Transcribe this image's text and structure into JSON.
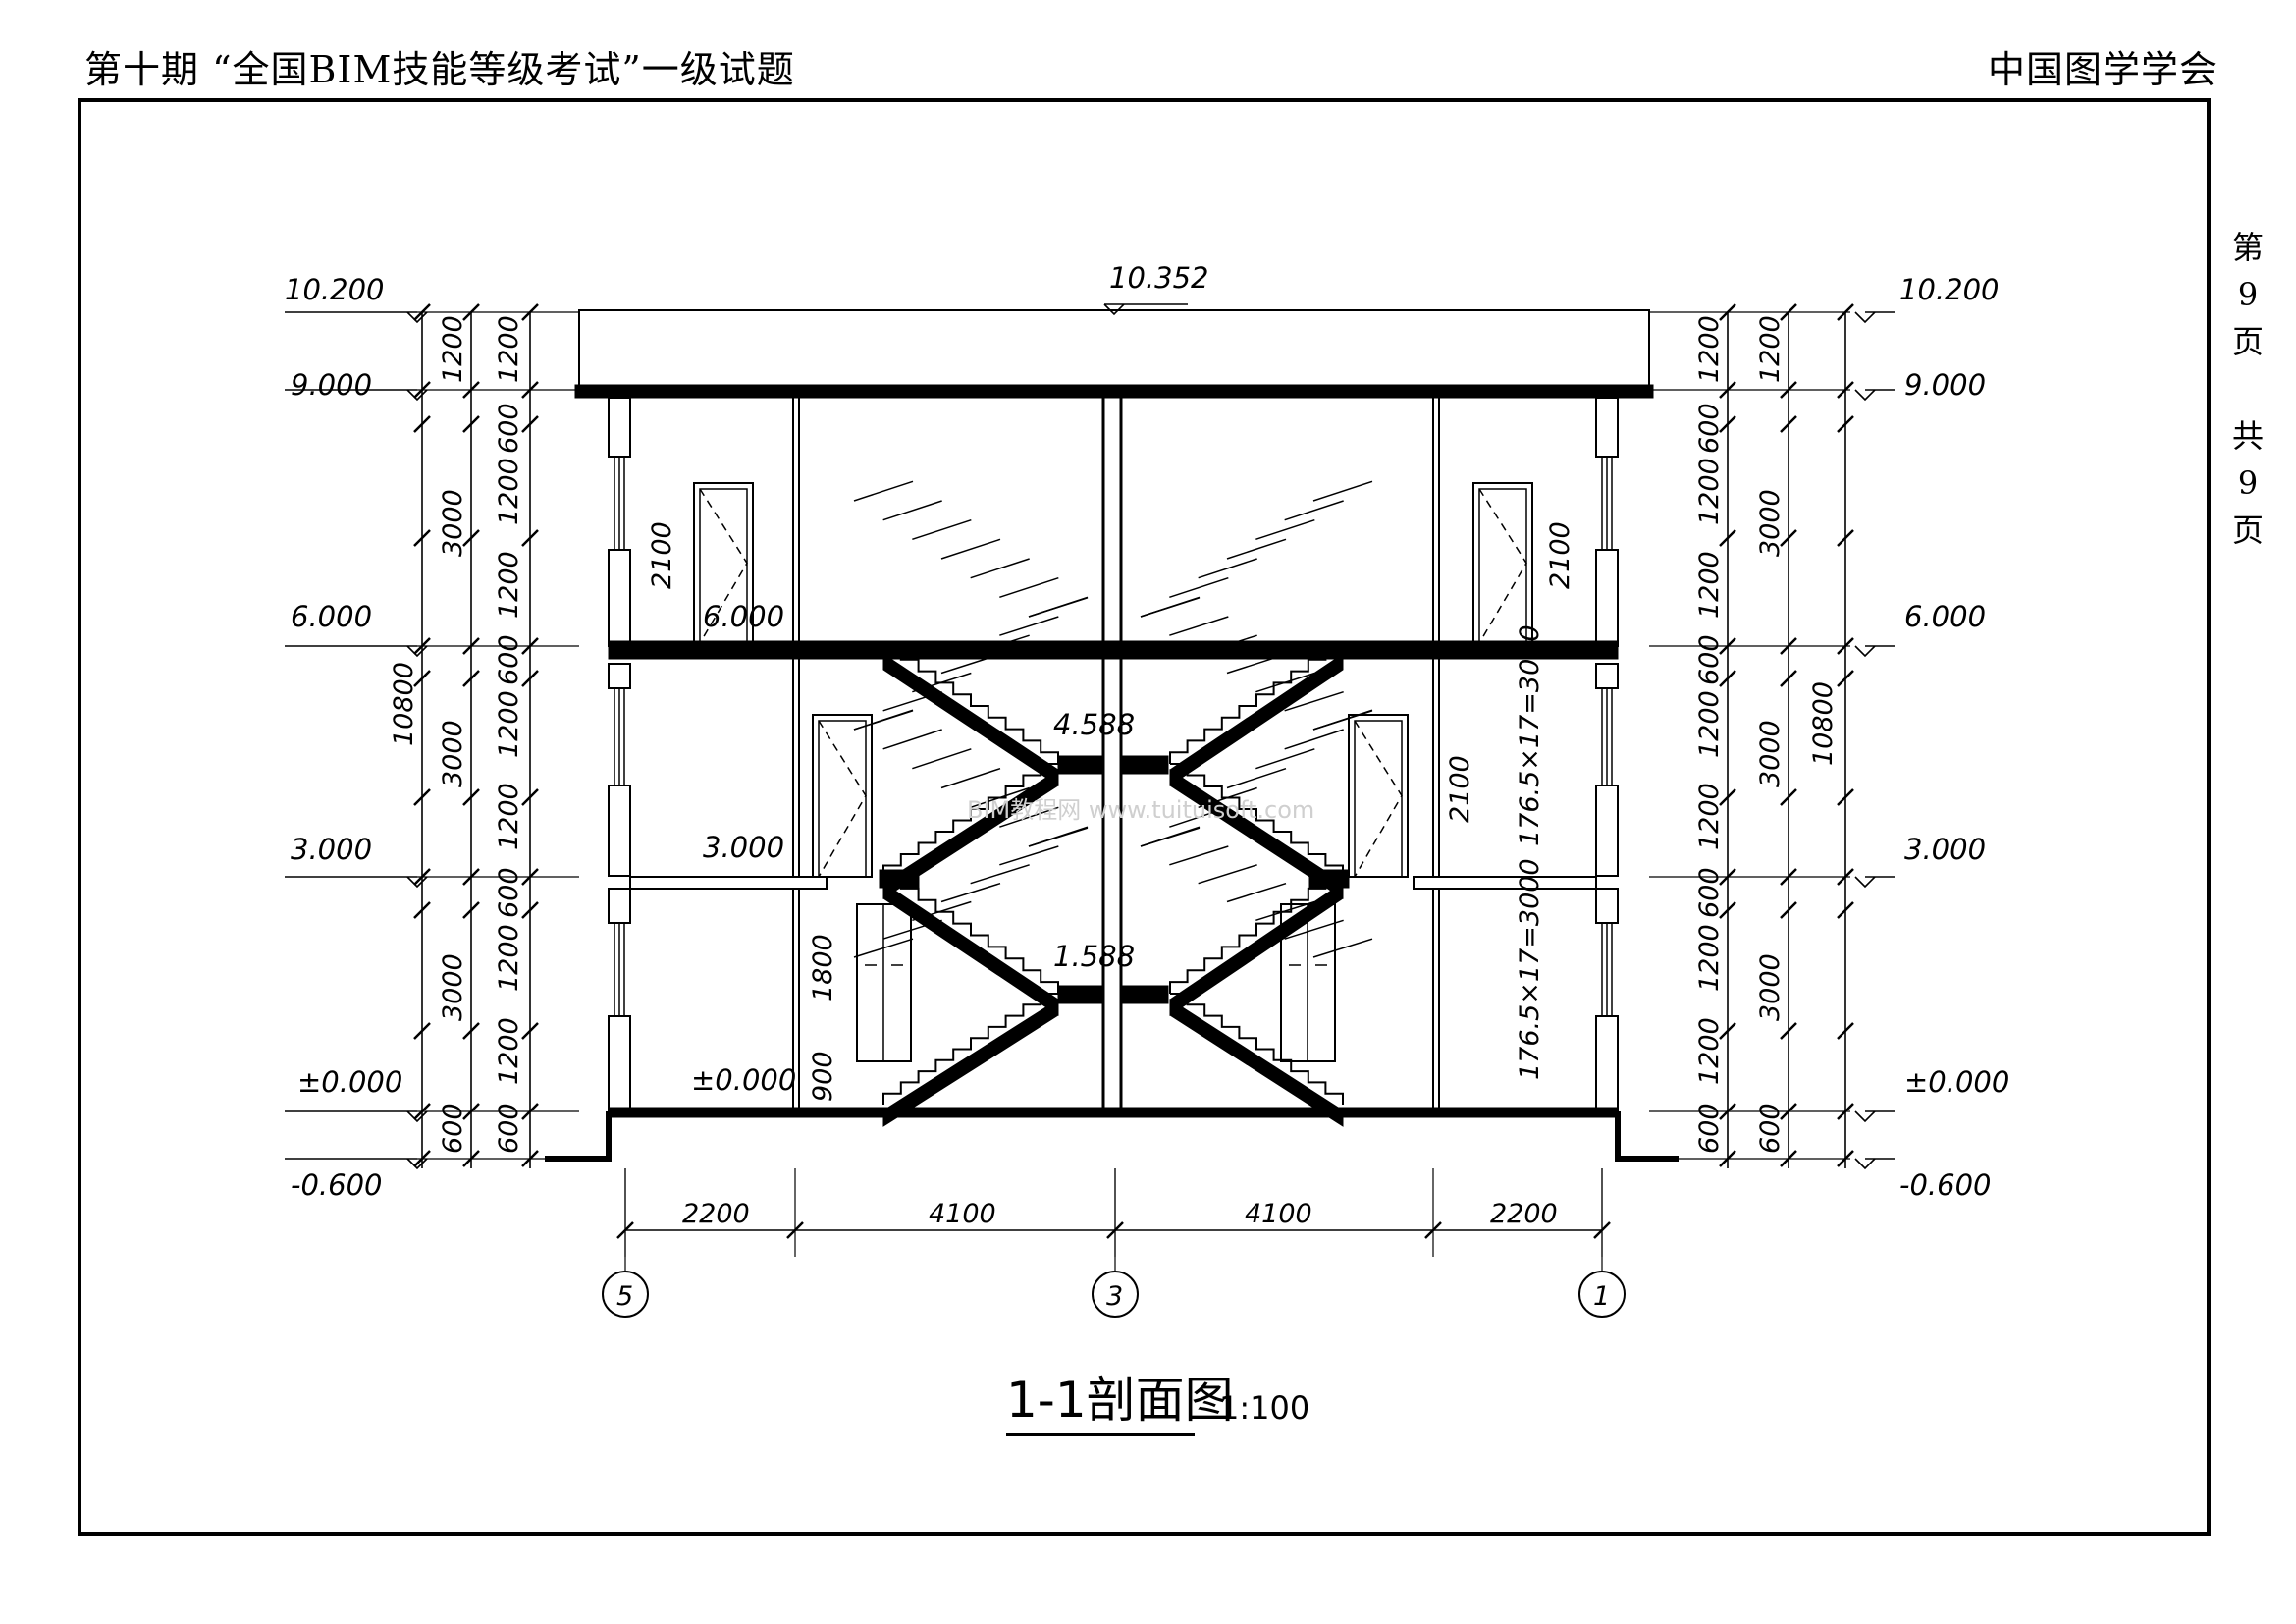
{
  "header": {
    "left": "第十期 “全国BIM技能等级考试”一级试题",
    "right": "中国图学学会"
  },
  "page_indicator": [
    "第",
    "9",
    "页",
    "共",
    "9",
    "页"
  ],
  "drawing": {
    "title": "1-1剖面图",
    "scale": "1:100",
    "watermark": "BIM教程网 www.tuituisoft.com",
    "roof_level": "10.352",
    "levels_left": [
      "10.200",
      "9.000",
      "6.000",
      "3.000",
      "±0.000",
      "-0.600"
    ],
    "levels_right": [
      "10.200",
      "9.000",
      "6.000",
      "3.000",
      "±0.000",
      "-0.600"
    ],
    "interior_levels": [
      "6.000",
      "3.000",
      "±0.000"
    ],
    "landing_levels": [
      "4.588",
      "1.588"
    ],
    "dims_outer_total": "10800",
    "dims_floor": [
      "1200",
      "3000",
      "3000",
      "3000",
      "600"
    ],
    "dims_detail": [
      "1200",
      "600",
      "1200",
      "1200",
      "600",
      "1200",
      "1200",
      "600",
      "1200",
      "1200",
      "600"
    ],
    "dims_door": "2100",
    "dims_window_left": [
      "1800",
      "900"
    ],
    "dims_stair": [
      "176.5×17=3000",
      "176.5×17=3000"
    ],
    "dims_horizontal": [
      "2200",
      "4100",
      "4100",
      "2200"
    ],
    "axes": [
      "5",
      "3",
      "1"
    ],
    "colors": {
      "line": "#000000",
      "background": "#ffffff"
    }
  }
}
